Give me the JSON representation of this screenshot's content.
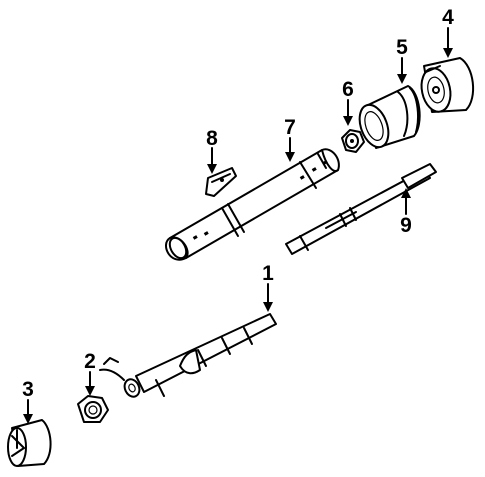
{
  "diagram": {
    "background": "#ffffff",
    "ink": "#000000",
    "callouts": [
      {
        "id": "callout-1",
        "label": "1"
      },
      {
        "id": "callout-2",
        "label": "2"
      },
      {
        "id": "callout-3",
        "label": "3"
      },
      {
        "id": "callout-4",
        "label": "4"
      },
      {
        "id": "callout-5",
        "label": "5"
      },
      {
        "id": "callout-6",
        "label": "6"
      },
      {
        "id": "callout-7",
        "label": "7"
      },
      {
        "id": "callout-8",
        "label": "8"
      },
      {
        "id": "callout-9",
        "label": "9"
      }
    ]
  }
}
